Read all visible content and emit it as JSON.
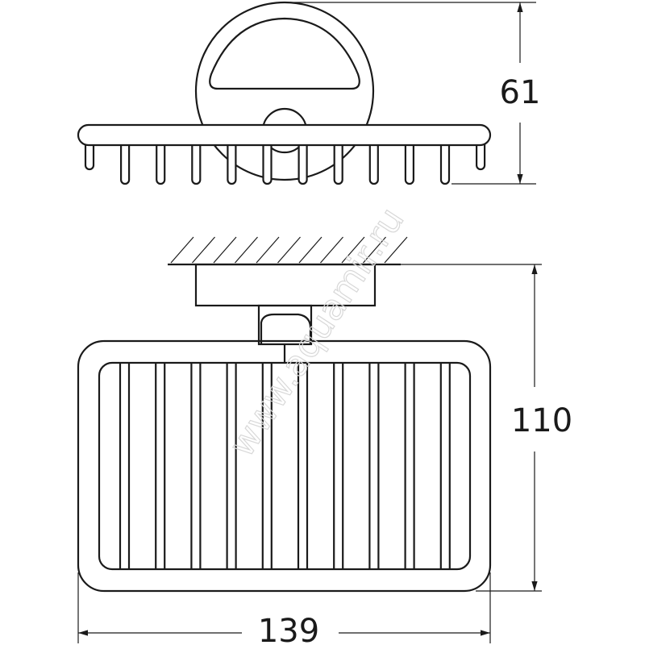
{
  "dimensions": {
    "height_top_view": "61",
    "depth_side_view": "110",
    "width": "139"
  },
  "watermark": "www.aquamir.ru",
  "colors": {
    "line": "#1a1a1a",
    "watermark": "#d8d8d8"
  }
}
